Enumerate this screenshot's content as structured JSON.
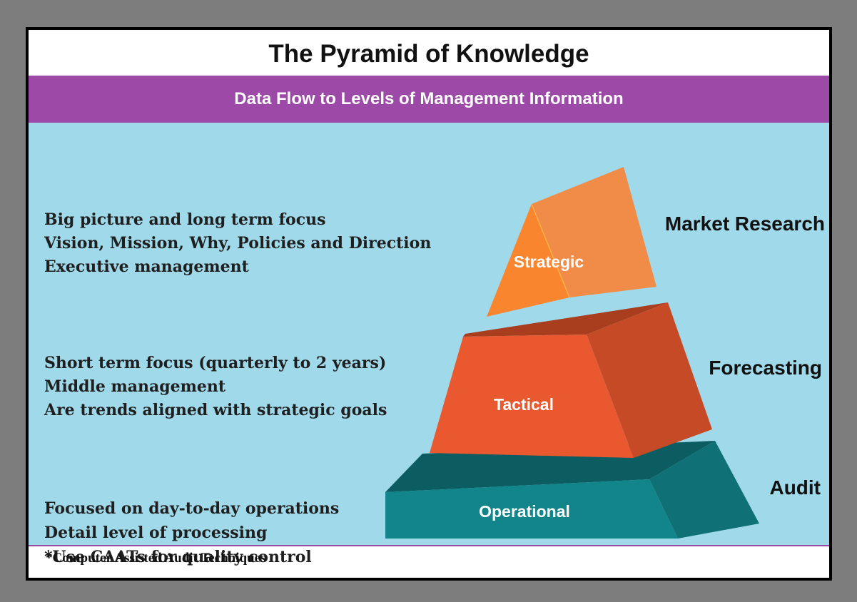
{
  "title": "The Pyramid of Knowledge",
  "subtitle": "Data Flow to  Levels of Management Information",
  "colors": {
    "header_bar": "#9d49a8",
    "background": "#a0d9ea",
    "strategic": "#f6893b",
    "tactical": "#e9582f",
    "operational": "#12858a"
  },
  "levels": [
    {
      "name": "Strategic",
      "side_label": "Market Research",
      "description": [
        "Big picture and long term focus",
        "Vision, Mission, Why, Policies and Direction",
        "Executive management"
      ]
    },
    {
      "name": "Tactical",
      "side_label": "Forecasting",
      "description": [
        "Short term focus (quarterly to 2 years)",
        "Middle management",
        "Are trends aligned with  strategic goals"
      ]
    },
    {
      "name": "Operational",
      "side_label": "Audit",
      "description": [
        "Focused on day-to-day operations",
        "Detail level of processing",
        "*Use CAATs for quality control"
      ]
    }
  ],
  "footnote": "*Computer Assisted Audit Techniques"
}
